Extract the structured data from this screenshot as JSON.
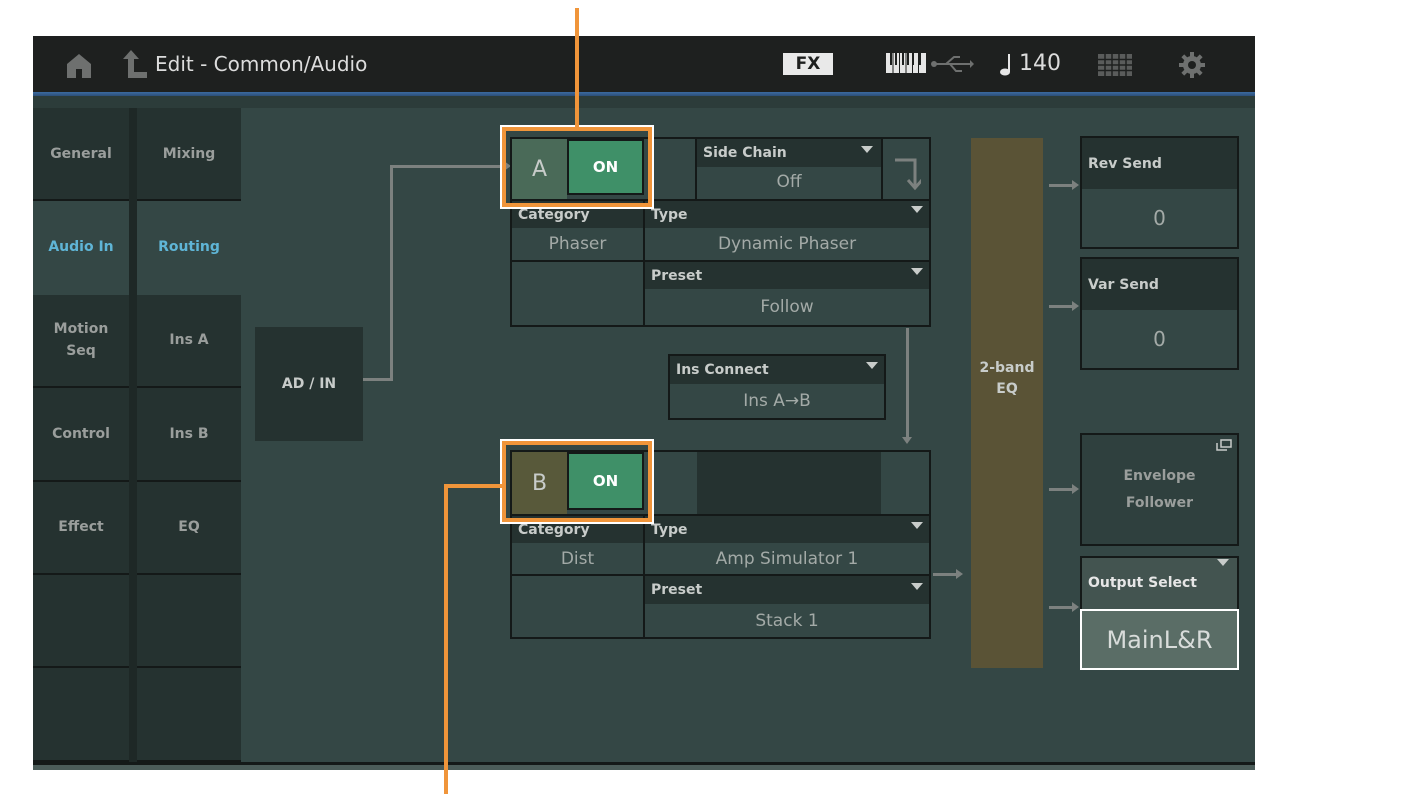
{
  "header": {
    "title": "Edit - Common/Audio",
    "home_icon": "home-icon",
    "back_icon": "back-arrow-icon",
    "fx_label": "FX",
    "keyboard_icon": "keyboard-icon",
    "usb_icon": "usb-icon",
    "tempo_icon": "quarter-note-icon",
    "tempo": "140",
    "grid_icon": "grid-icon",
    "settings_icon": "gear-icon"
  },
  "nav": {
    "col1": [
      "General",
      "Audio In",
      "Motion\nSeq",
      "Control",
      "Effect",
      "",
      ""
    ],
    "col2": [
      "Mixing",
      "Routing",
      "Ins A",
      "Ins B",
      "EQ",
      "",
      ""
    ],
    "active_col1": "Audio In",
    "active_col2": "Routing"
  },
  "routing": {
    "source": "AD / IN",
    "ins_a": {
      "label": "A",
      "switch": "ON",
      "side_chain_label": "Side Chain",
      "side_chain_value": "Off",
      "category_label": "Category",
      "category_value": "Phaser",
      "type_label": "Type",
      "type_value": "Dynamic Phaser",
      "preset_label": "Preset",
      "preset_value": "Follow"
    },
    "ins_connect": {
      "label": "Ins Connect",
      "value": "Ins A→B"
    },
    "ins_b": {
      "label": "B",
      "switch": "ON",
      "category_label": "Category",
      "category_value": "Dist",
      "type_label": "Type",
      "type_value": "Amp Simulator 1",
      "preset_label": "Preset",
      "preset_value": "Stack 1"
    },
    "eq_label": "2-band\nEQ",
    "rev_send": {
      "label": "Rev Send",
      "value": "0"
    },
    "var_send": {
      "label": "Var Send",
      "value": "0"
    },
    "envelope_follower": "Envelope\nFollower",
    "output_select": {
      "label": "Output Select",
      "value": "MainL&R"
    }
  },
  "colors": {
    "accent_active_text": "#5fb5d6",
    "switch_on": "#3f9068",
    "callout": "#f0953a",
    "ins_a_label_bg": "#4a6a58",
    "ins_b_label_bg": "#58593a",
    "eq_bg": "#5a5336"
  }
}
